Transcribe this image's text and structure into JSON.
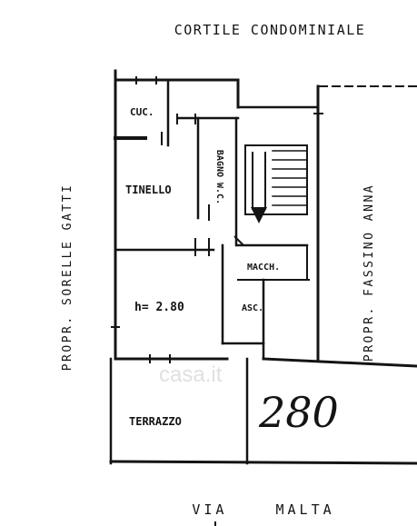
{
  "plan": {
    "header": "CORTILE CONDOMINIALE",
    "street": "VIA MALTA",
    "left_neighbor": "PROPR. SORELLE GATTI",
    "right_neighbor": "PROPR. FASSINO ANNA",
    "rooms": {
      "kitchen": "CUC.",
      "tinello": "TINELLO",
      "bathroom": "BAGNO W.C.",
      "machine_room": "MACCH.",
      "lift": "ASC.",
      "height_note": "h= 2.80",
      "terrace": "TERRAZZO"
    },
    "handwritten_number": "280",
    "watermark": "casa.it"
  }
}
